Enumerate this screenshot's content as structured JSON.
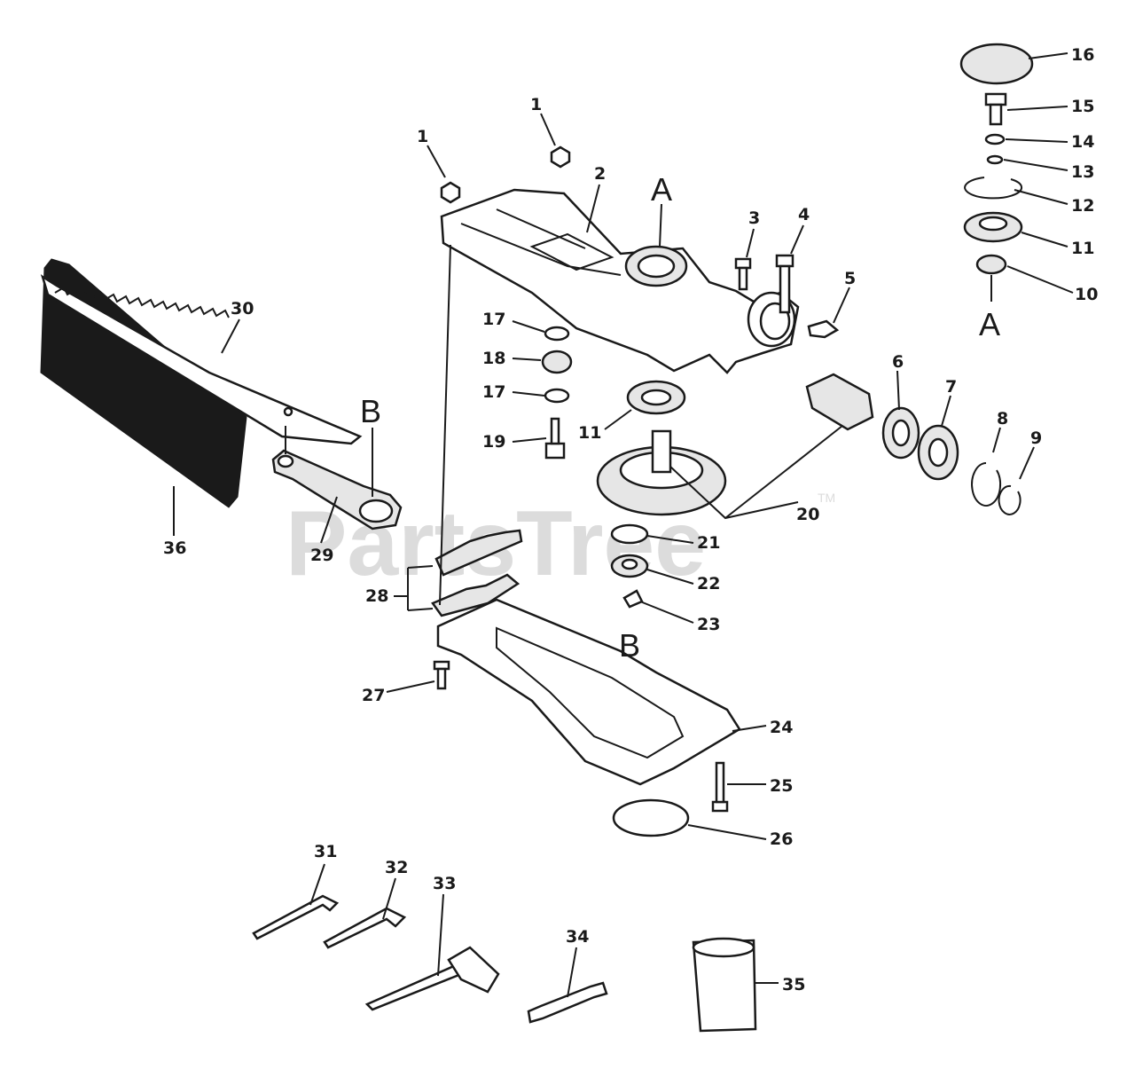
{
  "watermark": {
    "text": "PartsTree",
    "trademark": "TM"
  },
  "section_letters": {
    "a_top": "A",
    "a_right": "A",
    "b_left": "B",
    "b_lower": "B"
  },
  "callouts": {
    "c1a": "1",
    "c1b": "1",
    "c2": "2",
    "c3": "3",
    "c4": "4",
    "c5": "5",
    "c6": "6",
    "c7": "7",
    "c8": "8",
    "c9": "9",
    "c10": "10",
    "c11a": "11",
    "c11b": "11",
    "c12": "12",
    "c13": "13",
    "c14": "14",
    "c15": "15",
    "c16": "16",
    "c17a": "17",
    "c17b": "17",
    "c18": "18",
    "c19": "19",
    "c20": "20",
    "c21": "21",
    "c22": "22",
    "c23": "23",
    "c24": "24",
    "c25": "25",
    "c26": "26",
    "c27": "27",
    "c28": "28",
    "c29": "29",
    "c30": "30",
    "c31": "31",
    "c32": "32",
    "c33": "33",
    "c34": "34",
    "c35": "35",
    "c36": "36"
  }
}
